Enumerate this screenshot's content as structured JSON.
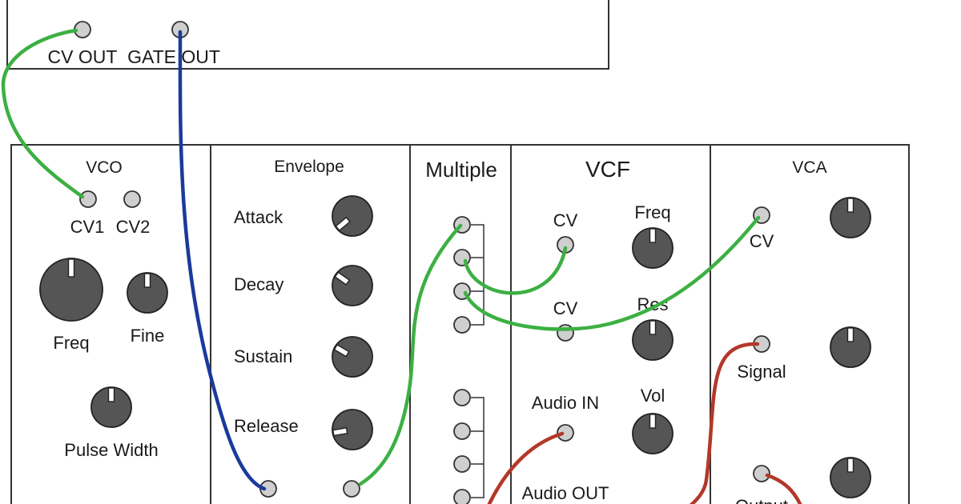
{
  "colors": {
    "green_cable": "#3cb043",
    "blue_cable": "#1a3a9c",
    "red_cable": "#b3382a",
    "knob": "#555555",
    "jack": "#cfcfcf",
    "outline": "#333333"
  },
  "sequencer": {
    "cv_out_label": "CV OUT",
    "gate_out_label": "GATE OUT"
  },
  "modules": {
    "vco": {
      "title": "VCO",
      "cv1_label": "CV1",
      "cv2_label": "CV2",
      "freq_label": "Freq",
      "fine_label": "Fine",
      "pulse_width_label": "Pulse Width"
    },
    "envelope": {
      "title": "Envelope",
      "attack_label": "Attack",
      "decay_label": "Decay",
      "sustain_label": "Sustain",
      "release_label": "Release"
    },
    "multiple": {
      "title": "Multiple"
    },
    "vcf": {
      "title": "VCF",
      "cv_label_1": "CV",
      "cv_label_2": "CV",
      "freq_label": "Freq",
      "res_label": "Res",
      "audio_in_label": "Audio IN",
      "vol_label": "Vol",
      "audio_out_label": "Audio OUT"
    },
    "vca": {
      "title": "VCA",
      "cv_label": "CV",
      "signal_label": "Signal",
      "output_label": "Output"
    }
  }
}
